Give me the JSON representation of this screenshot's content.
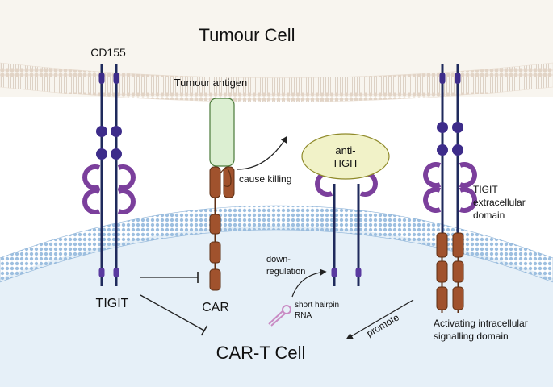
{
  "labels": {
    "tumour_cell": "Tumour Cell",
    "car_t_cell": "CAR-T Cell",
    "cd155": "CD155",
    "tumour_antigen": "Tumour antigen",
    "cause_killing": "cause killing",
    "anti_tigit_line1": "anti-",
    "anti_tigit_line2": "TIGIT",
    "tigit_ext_line1": "TIGIT",
    "tigit_ext_line2": "extracellular",
    "tigit_ext_line3": "domain",
    "down_reg_line1": "down-",
    "down_reg_line2": "regulation",
    "shrna_line1": "short hairpin",
    "shrna_line2": "RNA",
    "tigit": "TIGIT",
    "car": "CAR",
    "promote": "promote",
    "activating_line1": "Activating intracellular",
    "activating_line2": "signalling domain"
  },
  "colors": {
    "tumour_fill": "#f8f5ef",
    "membrane_head": "#e2d4c6",
    "tcell_fill": "#e6f0f8",
    "tcell_membrane": "#8fb4d8",
    "receptor_stem": "#1f2a5c",
    "cd155_node": "#3d2c8a",
    "tigit_arc": "#7b3f9c",
    "car_domain": "#a0522d",
    "antigen": "#dcefd2",
    "antibody": "#f1f2c8"
  }
}
